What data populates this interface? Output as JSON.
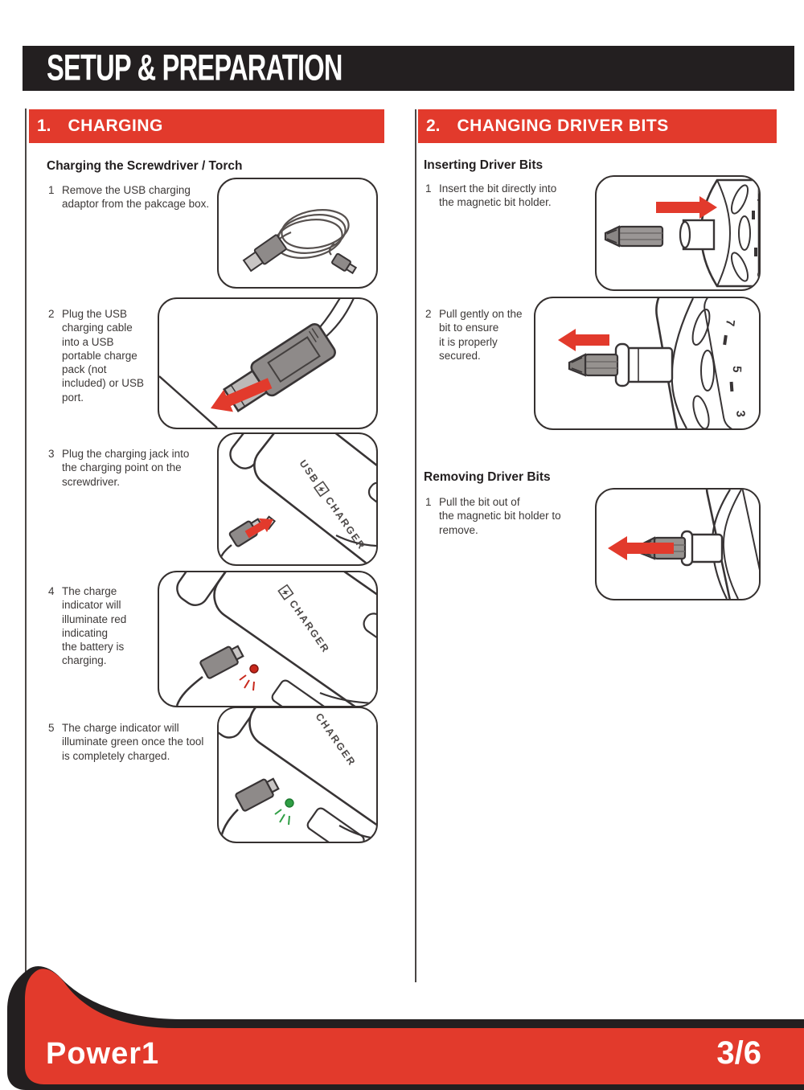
{
  "header": {
    "title": "SETUP & PREPARATION"
  },
  "sections": {
    "charging": {
      "num": "1.",
      "title": "CHARGING",
      "subheading": "Charging the Screwdriver / Torch",
      "steps": [
        {
          "num": "1",
          "text": "Remove the USB charging\nadaptor from the pakcage box."
        },
        {
          "num": "2",
          "text": "Plug the USB\ncharging cable\ninto a USB\nportable charge\npack (not\nincluded) or USB\nport."
        },
        {
          "num": "3",
          "text": "Plug the charging jack into\nthe charging point on the\nscrewdriver."
        },
        {
          "num": "4",
          "text": "The charge\nindicator will\nilluminate red\nindicating\nthe battery is\ncharging."
        },
        {
          "num": "5",
          "text": "The charge indicator will\nilluminate green once the tool\nis completely charged."
        }
      ]
    },
    "bits": {
      "num": "2.",
      "title": "CHANGING DRIVER BITS",
      "inserting": {
        "subheading": "Inserting Driver Bits",
        "steps": [
          {
            "num": "1",
            "text": "Insert the bit directly into\nthe magnetic bit holder."
          },
          {
            "num": "2",
            "text": "Pull gently on the\nbit to ensure\nit is properly\nsecured."
          }
        ]
      },
      "removing": {
        "subheading": "Removing Driver Bits",
        "steps": [
          {
            "num": "1",
            "text": "Pull the bit out of\nthe magnetic bit holder to\nremove."
          }
        ]
      }
    }
  },
  "figures": {
    "tool_label_top": "USB",
    "tool_label_bottom": "CHARGER",
    "clutch_numbers": [
      "7",
      "5",
      "3"
    ]
  },
  "footer": {
    "brand": "Power1",
    "page": "3/6"
  },
  "colors": {
    "accent_red": "#e23a2c",
    "banner_black": "#231f20",
    "led_red": "#c8281c",
    "led_green": "#2f9e44"
  }
}
